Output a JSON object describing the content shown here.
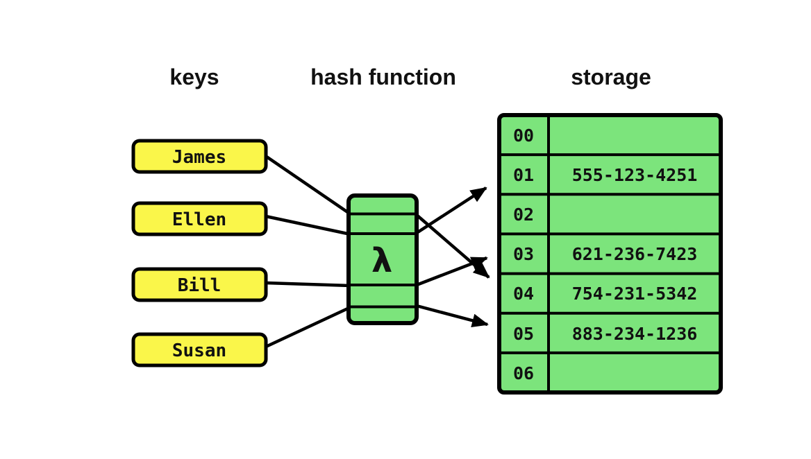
{
  "headers": {
    "keys": "keys",
    "hash_function": "hash function",
    "storage": "storage"
  },
  "keys": {
    "items": [
      {
        "label": "James"
      },
      {
        "label": "Ellen"
      },
      {
        "label": "Bill"
      },
      {
        "label": "Susan"
      }
    ]
  },
  "hash": {
    "symbol": "λ"
  },
  "storage": {
    "rows": [
      {
        "index": "00",
        "value": ""
      },
      {
        "index": "01",
        "value": "555-123-4251"
      },
      {
        "index": "02",
        "value": ""
      },
      {
        "index": "03",
        "value": "621-236-7423"
      },
      {
        "index": "04",
        "value": "754-231-5342"
      },
      {
        "index": "05",
        "value": "883-234-1236"
      },
      {
        "index": "06",
        "value": ""
      }
    ]
  },
  "mappings": [
    {
      "key": "James",
      "slot": "04"
    },
    {
      "key": "Ellen",
      "slot": "01"
    },
    {
      "key": "Bill",
      "slot": "03"
    },
    {
      "key": "Susan",
      "slot": "05"
    }
  ],
  "colors": {
    "key_fill": "#FAF64A",
    "green_fill": "#7CE47C",
    "line": "#000000",
    "background": "#FFFFFF"
  }
}
